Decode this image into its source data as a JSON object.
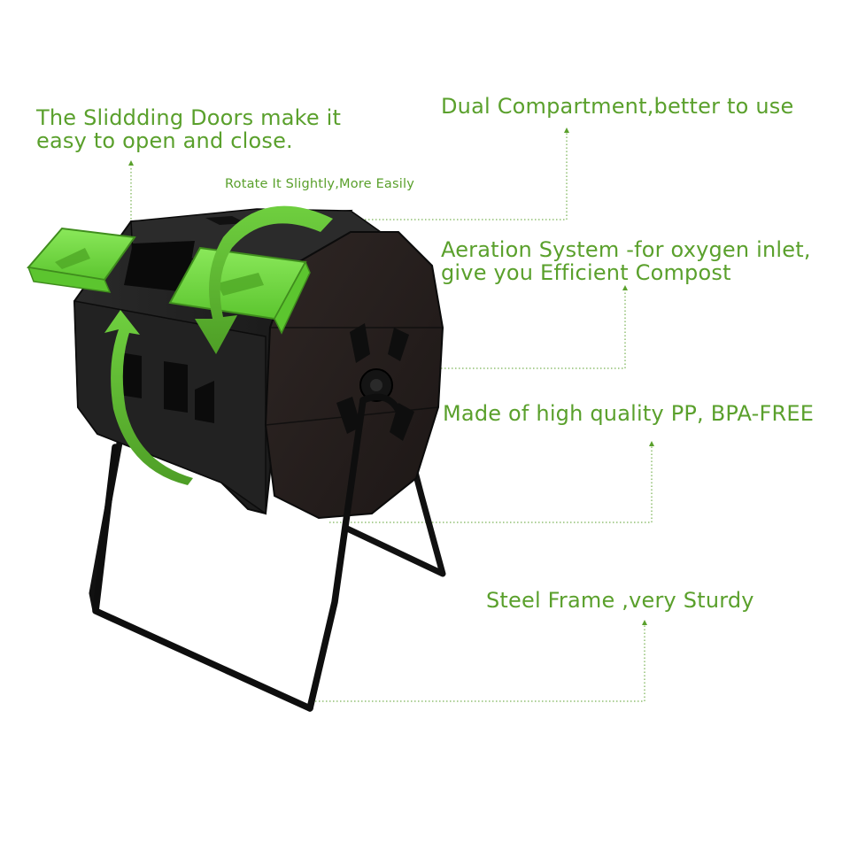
{
  "colors": {
    "accent_green": "#5aa02c",
    "lid_green": "#7ddc4a",
    "body_black": "#1c1c1c",
    "background": "#ffffff"
  },
  "features": {
    "doors": {
      "line1": "The Sliddding Doors make it",
      "line2": "easy to open and close."
    },
    "rotate": "Rotate It Slightly,More Easily",
    "dual": "Dual Compartment,better to use",
    "aeration": {
      "line1": "Aeration System -for oxygen inlet,",
      "line2": "give you Efficient Compost"
    },
    "material": "Made of high quality PP, BPA-FREE",
    "frame": "Steel Frame ,very Sturdy"
  },
  "icons": [
    "rotate-arrow-icon"
  ]
}
